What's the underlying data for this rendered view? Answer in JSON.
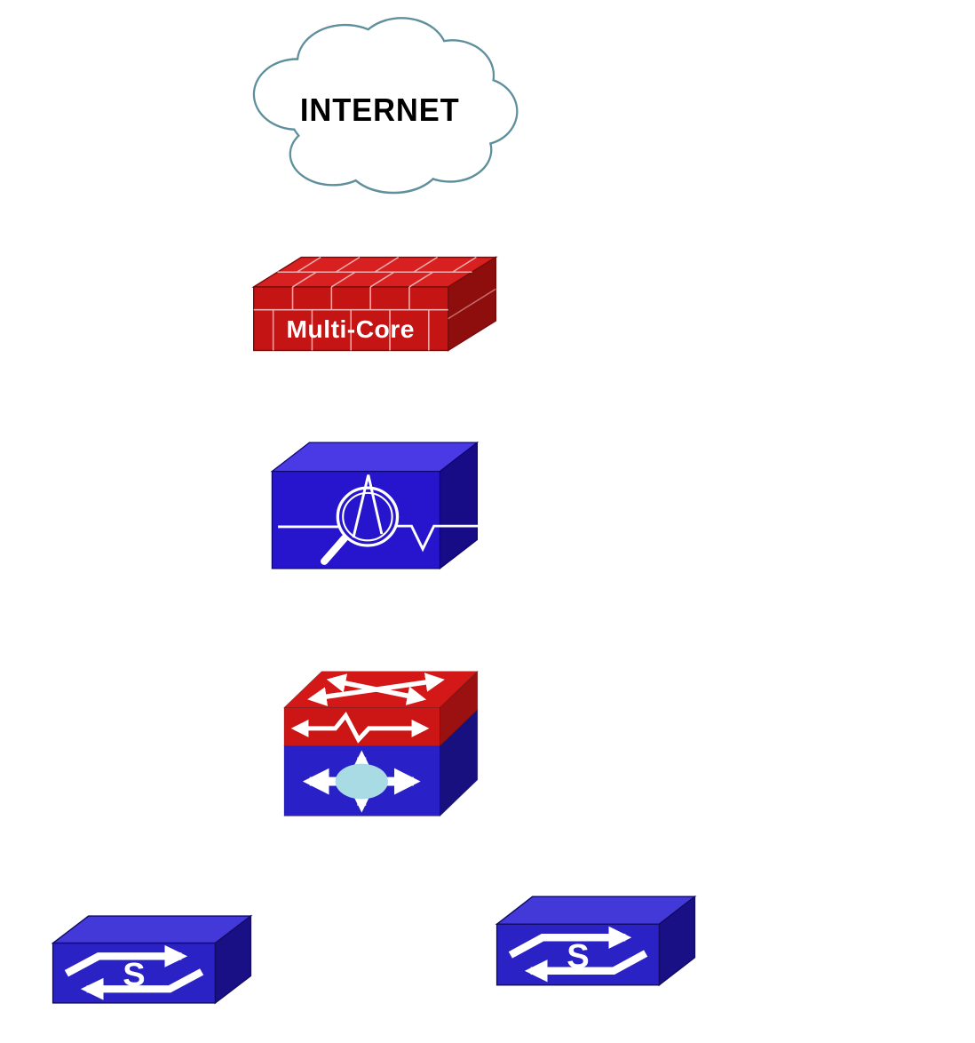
{
  "page": {
    "background": "#ffffff",
    "kind": "network-topology-diagram"
  },
  "nodes": {
    "internet": {
      "label": "INTERNET",
      "icon": "internet-cloud-icon"
    },
    "firewall": {
      "label": "Multi-Core",
      "icon": "multicore-firewall-brick-icon"
    },
    "ips": {
      "icon": "ips-analyzer-magnifier-icon"
    },
    "core_switch": {
      "icon": "multilayer-switch-cube-icon"
    },
    "switch_left": {
      "label": "S",
      "icon": "workgroup-switch-icon"
    },
    "switch_right": {
      "label": "S",
      "icon": "workgroup-switch-icon"
    }
  },
  "colors": {
    "cloud_outline": "#5e8f9c",
    "internet_text": "#000000",
    "firewall_red": "#c41414",
    "firewall_red_top": "#d92020",
    "firewall_red_side": "#8e0e0e",
    "firewall_grid_line": "#f0adad",
    "appliance_blue": "#2615cc",
    "appliance_blue_top": "#4a3ae6",
    "appliance_blue_side": "#170b86",
    "core_red": "#cc1616",
    "core_red_top": "#d41818",
    "core_red_side": "#9b1010",
    "core_blue": "#2a20c8",
    "core_blue_side": "#18107e",
    "core_ellipse": "#a9dbe4",
    "switch_blue": "#2a22c4",
    "switch_blue_top": "#4338d8",
    "switch_blue_side": "#191086",
    "icon_white": "#ffffff"
  }
}
